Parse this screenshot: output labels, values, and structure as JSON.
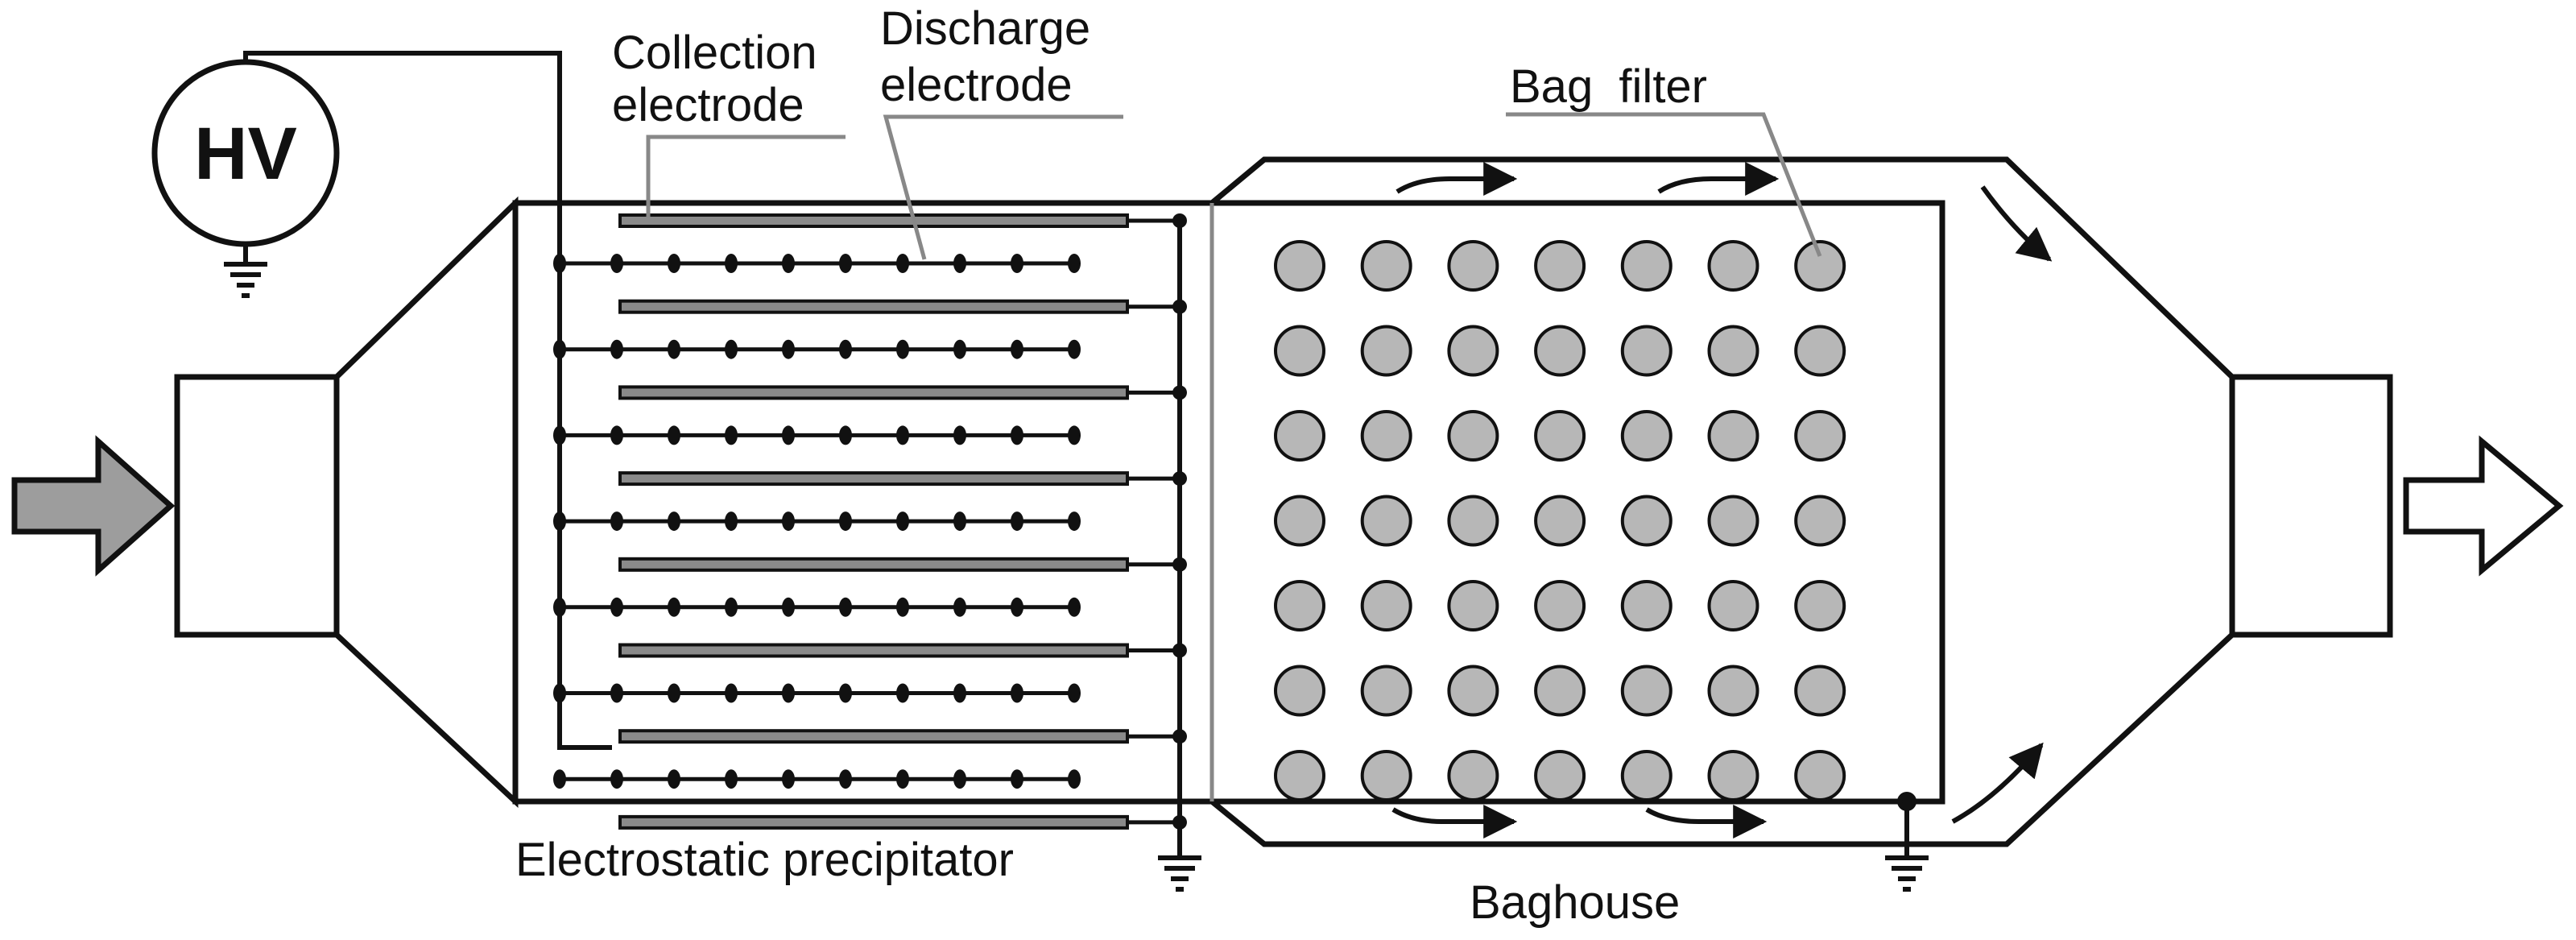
{
  "labels": {
    "hv": "HV",
    "collection_electrode_line1": "Collection",
    "collection_electrode_line2": "electrode",
    "discharge_electrode_line1": "Discharge",
    "discharge_electrode_line2": "electrode",
    "bag_filter": "Bag  filter",
    "electrostatic_precipitator": "Electrostatic precipitator",
    "baghouse": "Baghouse"
  },
  "grid": {
    "bag_rows": 7,
    "bag_cols": 7,
    "discharge_wires": 7,
    "beads_per_wire": 10,
    "collection_plates": 8
  },
  "colors": {
    "stroke": "#111111",
    "bag_fill": "#b7b7b7",
    "plate_fill": "#8a8a8a",
    "inlet_arrow_fill": "#9d9d9d",
    "outlet_arrow_fill": "#ffffff"
  }
}
